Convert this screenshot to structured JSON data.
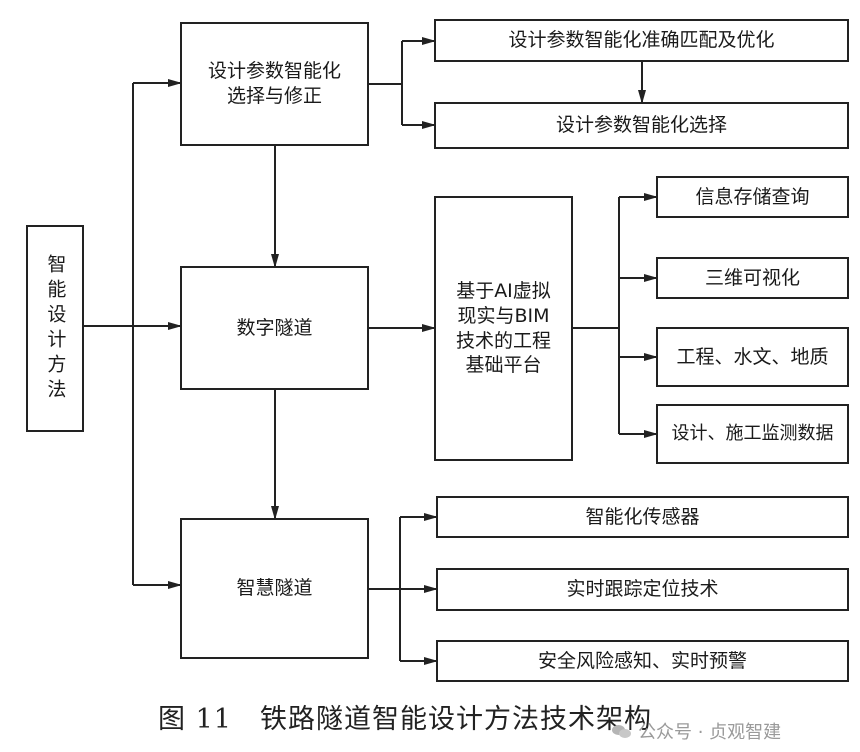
{
  "diagram": {
    "root": {
      "label": "智能设计方法"
    },
    "main_nodes": [
      {
        "id": "param",
        "label": "设计参数智能化\n选择与修正"
      },
      {
        "id": "digital",
        "label": "数字隧道"
      },
      {
        "id": "smart",
        "label": "智慧隧道"
      }
    ],
    "param_children": [
      {
        "label": "设计参数智能化准确匹配及优化"
      },
      {
        "label": "设计参数智能化选择"
      }
    ],
    "platform": {
      "label": "基于AI虚拟\n现实与BIM\n技术的工程\n基础平台"
    },
    "platform_children": [
      {
        "label": "信息存储查询"
      },
      {
        "label": "三维可视化"
      },
      {
        "label": "工程、水文、地质"
      },
      {
        "label": "设计、施工监测数据"
      }
    ],
    "smart_children": [
      {
        "label": "智能化传感器"
      },
      {
        "label": "实时跟踪定位技术"
      },
      {
        "label": "安全风险感知、实时预警"
      }
    ],
    "edges": [
      {
        "from": "root",
        "to": "param"
      },
      {
        "from": "root",
        "to": "digital"
      },
      {
        "from": "root",
        "to": "smart"
      },
      {
        "from": "param",
        "to": "digital"
      },
      {
        "from": "digital",
        "to": "smart"
      },
      {
        "from": "param",
        "to": "param_children.0"
      },
      {
        "from": "param",
        "to": "param_children.1"
      },
      {
        "from": "param_children.0",
        "to": "param_children.1"
      },
      {
        "from": "digital",
        "to": "platform"
      },
      {
        "from": "platform",
        "to": "platform_children.0"
      },
      {
        "from": "platform",
        "to": "platform_children.1"
      },
      {
        "from": "platform",
        "to": "platform_children.2"
      },
      {
        "from": "platform",
        "to": "platform_children.3"
      },
      {
        "from": "smart",
        "to": "smart_children.0"
      },
      {
        "from": "smart",
        "to": "smart_children.1"
      },
      {
        "from": "smart",
        "to": "smart_children.2"
      }
    ]
  },
  "caption": "图 11　铁路隧道智能设计方法技术架构",
  "watermark": "公众号 · 贞观智建"
}
